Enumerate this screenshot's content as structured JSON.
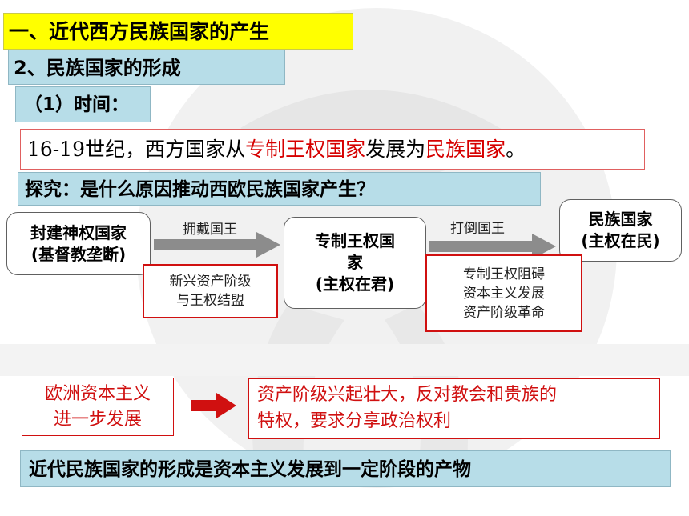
{
  "heading1": "一、近代西方民族国家的产生",
  "heading2": "2、民族国家的形成",
  "heading3": "（1）时间：",
  "period": {
    "prefix": "16-19世纪，西方国家从",
    "from": "专制王权国家",
    "middle": "发展为",
    "to": "民族国家",
    "suffix": "。"
  },
  "explore": "探究：是什么原因推动西欧民族国家产生？",
  "flow": {
    "stage1": [
      "封建神权国家",
      "(基督教垄断)"
    ],
    "stage2": [
      "专制王权国",
      "家",
      "(主权在君)"
    ],
    "stage3": [
      "民族国家",
      "(主权在民)"
    ],
    "arrow1_label": "拥戴国王",
    "arrow2_label": "打倒国王",
    "reason1": [
      "新兴资产阶级",
      "与王权结盟"
    ],
    "reason2": [
      "专制王权阻碍",
      "资本主义发展",
      "资产阶级革命"
    ]
  },
  "cause": [
    "欧洲资本主义",
    "进一步发展"
  ],
  "effect": [
    "资产阶级兴起壮大，反对教会和贵族的",
    "特权，要求分享政治权利"
  ],
  "conclusion": "近代民族国家的形成是资本主义发展到一定阶段的产物",
  "colors": {
    "yellow": "#ffff00",
    "lightblue": "#b7dde8",
    "red": "#d60000",
    "arrow_gray": "#8c8c8c",
    "arrow_red": "#d01010"
  }
}
